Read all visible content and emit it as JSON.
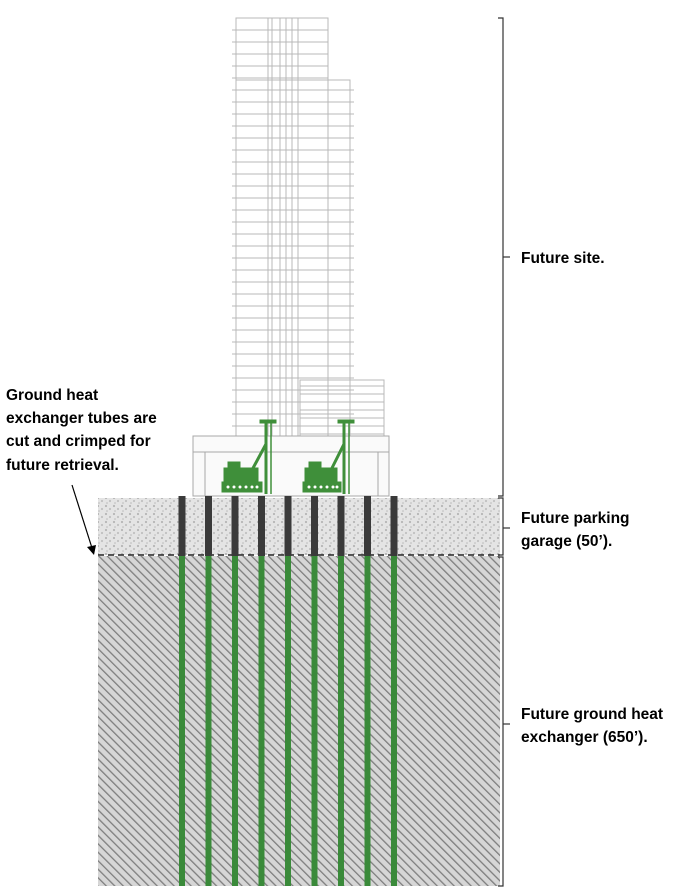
{
  "labels": {
    "future_site": "Future site.",
    "parking_line1": "Future parking",
    "parking_line2": "garage (50’).",
    "ghx_line1": "Future ground heat",
    "ghx_line2": "exchanger (650’).",
    "note_line1": "Ground heat",
    "note_line2": "exchanger tubes are",
    "note_line3": "cut and crimped for",
    "note_line4": "future retrieval."
  },
  "colors": {
    "pipe_green": "#3a8a3a",
    "rig_green": "#3f8f3a",
    "casing_dark": "#3a3a3a",
    "building_line": "#b8b8b8",
    "soil_hatch": "#8a8a8a",
    "gravel": "#cfcfcf"
  },
  "boreholes": {
    "count": 9
  }
}
